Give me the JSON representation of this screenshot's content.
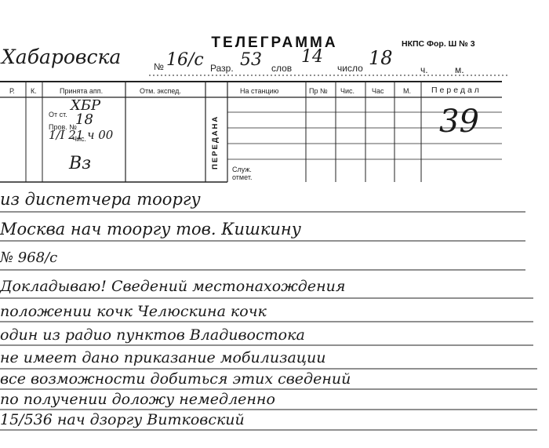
{
  "telegram": {
    "title": "ТЕЛЕГРАММА",
    "form_code": "НКПС Фор. Ш № 3",
    "header": {
      "from_city": "Хабаровска",
      "number_label": "№",
      "number_value": "16/с",
      "rank_label": "Разр.",
      "rank_value": "53",
      "words_label": "слов",
      "words_value": "14",
      "date_label": "число",
      "date_value": "18",
      "time_label": "ч.",
      "minutes_label": "м."
    },
    "grid": {
      "col_r": "Р.",
      "col_k": "К.",
      "col_accepted": "Принята апп.",
      "col_dispatch_notes": "Отм. экспед.",
      "sent_vertical": "ПЕРЕДАНА",
      "col_station": "На станцию",
      "col_pr_no": "Пр №",
      "col_day": "Чис.",
      "col_hour": "Час",
      "col_min": "М.",
      "col_transmit": "Передал",
      "from_label": "От ст.",
      "checked_label": "Пров. №",
      "day_label": "Чис.",
      "from_value": "ХБР",
      "number_hw": "18",
      "date_hw": "1/I 21 ч 00",
      "operator_sign": "Вз",
      "service_notes_label": "Служ. отмет.",
      "right_hw": "39"
    },
    "message_lines": [
      "из диспетчера тооргу",
      "Москва нач тооргу тов. Кишкину",
      "№ 968/с",
      "Докладываю! Сведений местонахождения",
      "положении кочк Челюскина кочк",
      "один из радио пунктов Владивостока",
      "не имеет дано приказание мобилизации",
      "все возможности добиться этих сведений",
      "по получении доложу немедленно",
      "15/536 нач дзоргу Витковский"
    ]
  }
}
